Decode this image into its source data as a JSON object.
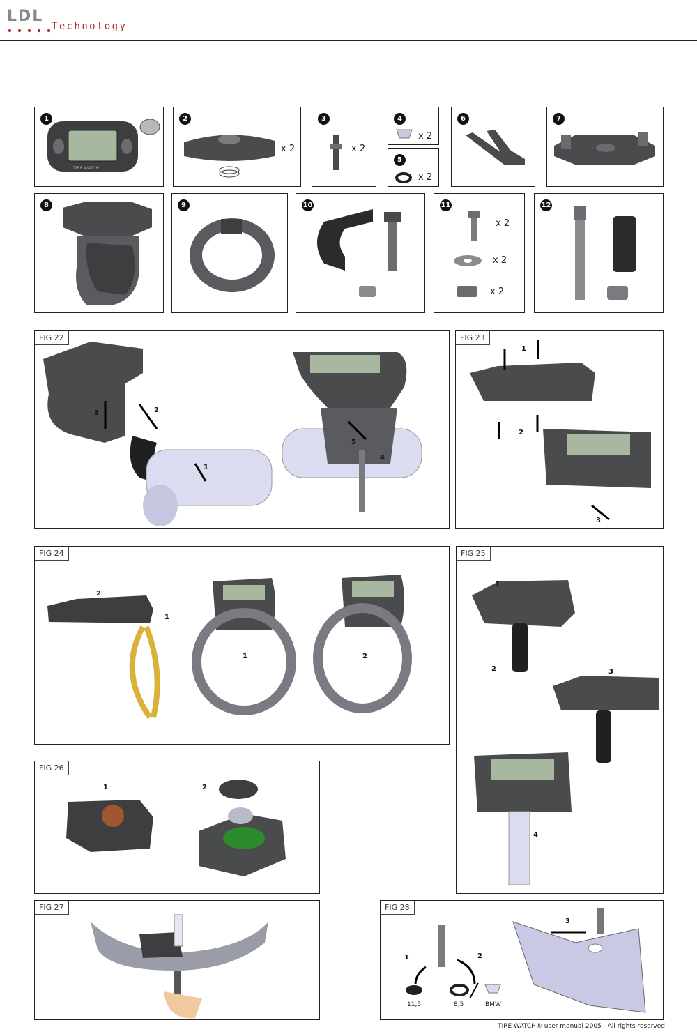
{
  "header": {
    "logo_text": "LDL",
    "brand_sub": "Technology"
  },
  "parts": [
    {
      "num": "1",
      "qty": ""
    },
    {
      "num": "2",
      "qty": "x 2"
    },
    {
      "num": "3",
      "qty": "x 2"
    },
    {
      "num": "4",
      "qty": "x 2"
    },
    {
      "num": "5",
      "qty": "x 2"
    },
    {
      "num": "6",
      "qty": ""
    },
    {
      "num": "7",
      "qty": ""
    },
    {
      "num": "8",
      "qty": ""
    },
    {
      "num": "9",
      "qty": ""
    },
    {
      "num": "10",
      "qty": ""
    },
    {
      "num": "11",
      "qty": [
        "x 2",
        "x 2",
        "x 2"
      ]
    },
    {
      "num": "12",
      "qty": ""
    }
  ],
  "device_text": "TIRE WATCH",
  "figures": {
    "fig22": {
      "label": "FIG 22",
      "steps": [
        "3",
        "2",
        "1",
        "5",
        "4"
      ]
    },
    "fig23": {
      "label": "FIG 23",
      "steps": [
        "1",
        "2",
        "3"
      ]
    },
    "fig24": {
      "label": "FIG 24",
      "steps": [
        "2",
        "1",
        "1",
        "2"
      ]
    },
    "fig25": {
      "label": "FIG 25",
      "steps": [
        "1",
        "2",
        "3",
        "4"
      ]
    },
    "fig26": {
      "label": "FIG 26",
      "steps": [
        "1",
        "2"
      ]
    },
    "fig27": {
      "label": "FIG 27"
    },
    "fig28": {
      "label": "FIG 28",
      "steps": [
        "1",
        "2",
        "3"
      ],
      "sizes": [
        "11,5",
        "8,5",
        "BMW"
      ]
    }
  },
  "footer": "TIRE WATCH® user manual 2005 - All rights reserved",
  "colors": {
    "part_dark": "#4a4b4d",
    "part_mid": "#6b6c6f",
    "tube": "#dcdcf0",
    "lcd": "#a8b8a0",
    "plier_yellow": "#d9b23a"
  }
}
